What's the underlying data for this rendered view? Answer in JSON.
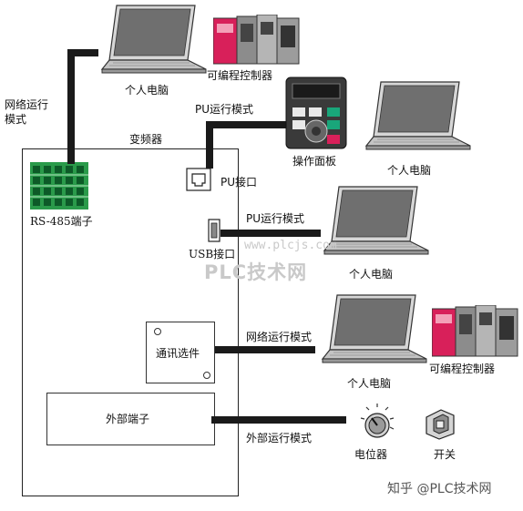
{
  "inverter": {
    "title": "变频器"
  },
  "ports": {
    "rs485_label": "RS-485端子",
    "pu_port_label": "PU接口",
    "usb_port_label": "USB接口",
    "option_label": "通讯选件",
    "external_label": "外部端子"
  },
  "modes": {
    "network_mode_left": "网络运行\n模式",
    "pu_mode_top": "PU运行模式",
    "pu_mode_usb": "PU运行模式",
    "network_mode_option": "网络运行模式",
    "external_mode": "外部运行模式"
  },
  "devices": {
    "pc_top": "个人电脑",
    "plc_top": "可编程控制器",
    "operation_panel": "操作面板",
    "pc_panel": "个人电脑",
    "pc_usb": "个人电脑",
    "pc_option": "个人电脑",
    "plc_option": "可编程控制器",
    "potentiometer": "电位器",
    "switch": "开关"
  },
  "watermarks": {
    "site_url": "www.plcjs.com",
    "site_name": "PLC技术网",
    "footer": "知乎 @PLC技术网"
  },
  "colors": {
    "plc_red": "#d8205a",
    "terminal_green": "#2a9a4a",
    "panel_green": "#19a67a"
  }
}
